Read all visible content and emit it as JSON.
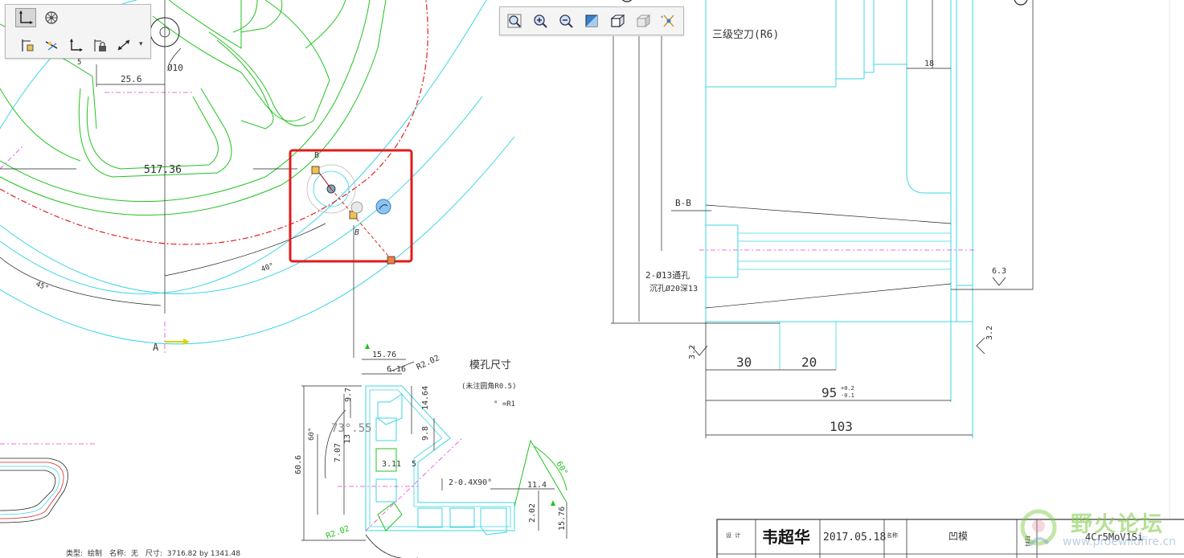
{
  "toolbar_left": {
    "row1": [
      {
        "icon": "constraint-corner-icon",
        "active": true
      },
      {
        "icon": "wheel-settings-icon",
        "active": false
      }
    ],
    "row2": [
      {
        "icon": "dimension-point-icon"
      },
      {
        "icon": "slope-dimension-icon"
      },
      {
        "icon": "corner-axes-icon"
      },
      {
        "icon": "lock-dimension-icon"
      },
      {
        "icon": "diagonal-dimension-icon"
      }
    ],
    "dropdown_glyph": "▾"
  },
  "toolbar_view": {
    "buttons": [
      {
        "icon": "zoom-fit-icon"
      },
      {
        "icon": "zoom-in-icon"
      },
      {
        "icon": "zoom-out-icon"
      },
      {
        "icon": "view-orient-icon"
      },
      {
        "icon": "cube-shaded-icon"
      },
      {
        "icon": "cube-hidden-icon"
      },
      {
        "icon": "datum-display-icon"
      }
    ]
  },
  "drawing": {
    "dims_left": {
      "d10": "Ø10",
      "d25_6": "25.6",
      "d517_36": "517.36",
      "d40deg": "40°",
      "d45deg": "45°",
      "sec_a": "A",
      "sec_b1": "B",
      "sec_b2": "B",
      "d5": "5"
    },
    "detail": {
      "title": "模孔尺寸",
      "note": "(未注圆角R0.5)",
      "note2": "° =R1",
      "d15_76": "15.76",
      "d6_16": "6.16",
      "r2_02_top": "R2.02",
      "d9_7": "9.7",
      "d14_64": "14.64",
      "d9_8": "9.8",
      "d73": "73°.55",
      "d13": "13",
      "d60": "60°",
      "d60_6": "60.6",
      "d7_07": "7.07",
      "d3_1": "3.11",
      "d5b": "5",
      "chamfer": "2-0.4X90°",
      "d11_4": "11.4",
      "d2_02": "2.02",
      "d15_76b": "15.76",
      "r2_02_bot": "R2.02",
      "d60b": "60°"
    },
    "section_right": {
      "groove": "三级空刀(R6)",
      "d18": "18",
      "bb": "B-B",
      "holes": "2-Ø13通孔",
      "counterbore": "沉孔Ø20深13",
      "r6_3": "6.3",
      "r3_2a": "3.2",
      "r3_2b": "3.2",
      "d30": "30",
      "d20": "20",
      "d95": "95",
      "d95_tol_up": "+0.2",
      "d95_tol_dn": "-0.1",
      "d103": "103"
    },
    "title_block": {
      "label_design": "设 计",
      "signature": "韦超华",
      "date": "2017.05.18",
      "label_name": "名称",
      "part_name": "凹模",
      "label_material": "材料",
      "material": "4Cr5MoV1Si"
    }
  },
  "status_bar": {
    "type_label": "类型:",
    "type_value": "绘制",
    "name_label": "名称:",
    "name_value": "无",
    "size_label": "尺寸:",
    "size_value": "3716.82 by 1341.48"
  },
  "watermark": {
    "site_name": "野火论坛",
    "url": "www.proewildfire.cn"
  },
  "colors": {
    "green_lines": "#22c322",
    "cyan_lines": "#3fd5e6",
    "red_centerline": "#e02020",
    "magenta_centerline": "#e040e0",
    "dims": "#333333",
    "highlight_box": "#e11b1b"
  }
}
